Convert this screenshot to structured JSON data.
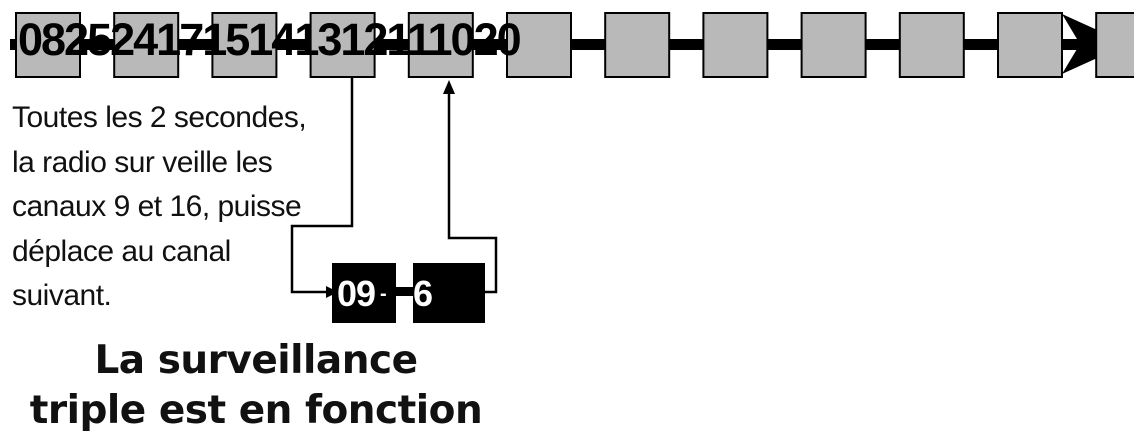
{
  "channel_sequence": "0825241715141312111020",
  "scan_channel_count": 12,
  "weather_channels": {
    "first": "09",
    "second": "6",
    "joiner": "-"
  },
  "note_lines": [
    "Toutes les 2 secondes,",
    "la radio sur veille les",
    "canaux 9 et 16, puisse",
    "déplace au canal",
    "suivant."
  ],
  "caption_lines": [
    "La surveillance",
    "triple est en fonction"
  ],
  "colors": {
    "channel_box_fill": "#b9b9b9",
    "line": "#000000",
    "weather_box_fill": "#000000"
  }
}
